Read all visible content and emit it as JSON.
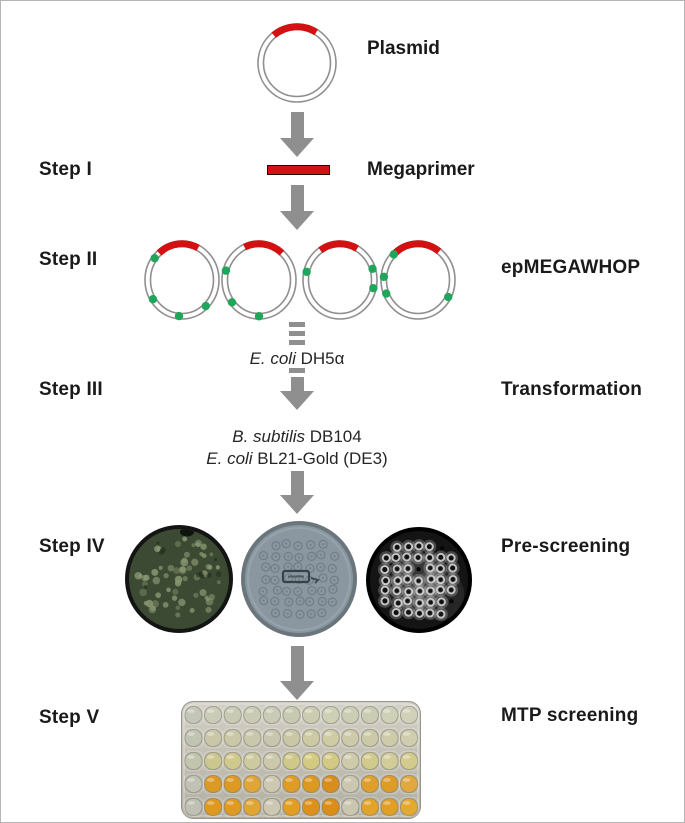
{
  "colors": {
    "arrow_gray": "#8f8f8f",
    "ring_gray": "#8f8f8f",
    "insert_red": "#d21212",
    "mutation_green": "#1fa65a",
    "label_text": "#1a1a1a"
  },
  "top": {
    "item_label": "Plasmid"
  },
  "steps": [
    {
      "step_label": "Step I",
      "item_label": "Megaprimer"
    },
    {
      "step_label": "Step II",
      "item_label": "epMEGAWHOP"
    },
    {
      "step_label": "Step III",
      "item_label": "Transformation"
    },
    {
      "step_label": "Step IV",
      "item_label": "Pre-screening"
    },
    {
      "step_label": "Step V",
      "item_label": "MTP screening"
    }
  ],
  "hosts": {
    "dh5a": {
      "species": "E. coli",
      "strain": " DH5α"
    },
    "bsubtilis": {
      "species": "B. subtilis",
      "strain": " DB104"
    },
    "bl21": {
      "species": "E. coli",
      "strain": " BL21-Gold (DE3)"
    }
  },
  "plasmid_top": {
    "arc": [
      -40,
      32
    ],
    "dots": []
  },
  "plasmid_variants": [
    {
      "arc": [
        -42,
        28
      ],
      "dots": [
        307,
        238,
        185,
        136
      ]
    },
    {
      "arc": [
        -25,
        42
      ],
      "dots": [
        285,
        232,
        180
      ]
    },
    {
      "arc": [
        -35,
        30
      ],
      "dots": [
        283,
        72,
        103
      ]
    },
    {
      "arc": [
        -45,
        38
      ],
      "dots": [
        315,
        275,
        248,
        118
      ]
    }
  ],
  "dishes": [
    {
      "kind": "scattered-colonies",
      "bg": "#3d4a33",
      "rim": "#141414",
      "colony": "#8c9a74",
      "dark_spot": "#222b1d",
      "count": 62,
      "seed": 7
    },
    {
      "kind": "faint-grid-colonies",
      "bg": "#8a97a0",
      "rim": "#6b757c",
      "colony": "#55646e",
      "marker": "#2e3a40",
      "seed": 3
    },
    {
      "kind": "ring-grid-colonies",
      "bg": "#141414",
      "rim": "#000000",
      "colony": "#d4d4d4",
      "hole": "#111111",
      "seed": 5
    }
  ],
  "mtp": {
    "plate_top": "#d2cfc4",
    "plate_bottom": "#b1aea2",
    "plate_edge": "#98958a",
    "wells": [
      [
        "#c3c6b8",
        "#caccb8",
        "#c8cab4",
        "#c9cbb5",
        "#cacbb7",
        "#c8c9b1",
        "#cbccb2",
        "#ced0b6",
        "#cccdb5",
        "#caccb3",
        "#ced0b7",
        "#d0d1b8"
      ],
      [
        "#c1c4b3",
        "#c9c7a7",
        "#cac8a8",
        "#c9c7ac",
        "#c7c6ae",
        "#cac7a5",
        "#ccc9a3",
        "#cfcba5",
        "#cdcaa9",
        "#cbc9a7",
        "#cecbaa",
        "#cfcdad"
      ],
      [
        "#c2c5ad",
        "#cbc78e",
        "#cfc98d",
        "#cecaa0",
        "#cbc8ac",
        "#d0c889",
        "#d5ca81",
        "#d3c985",
        "#cecbaa",
        "#d1ca8c",
        "#d2cc99",
        "#d3cb8c"
      ],
      [
        "#bfc2b4",
        "#dc9a24",
        "#dd9922",
        "#dfa536",
        "#ccc8b2",
        "#de9c25",
        "#dc9921",
        "#d88e1c",
        "#cbc7b1",
        "#df9f2b",
        "#de9c27",
        "#e1a83d"
      ],
      [
        "#bec1b3",
        "#df991e",
        "#df9b21",
        "#e1a536",
        "#ccc8b1",
        "#e29e23",
        "#dc911a",
        "#da8e17",
        "#cbc6af",
        "#e3a328",
        "#e19f25",
        "#e4aa30"
      ]
    ]
  }
}
